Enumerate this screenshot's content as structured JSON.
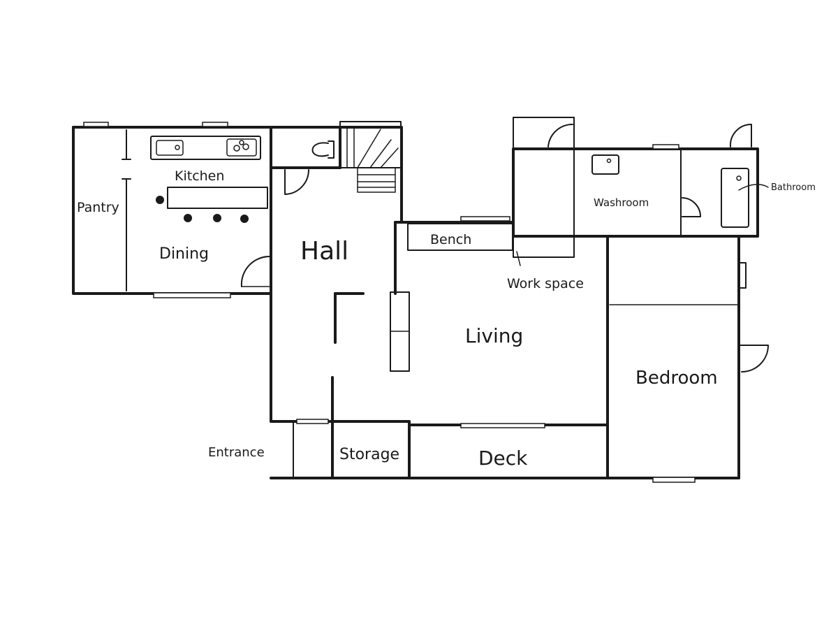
{
  "rooms": {
    "pantry": "Pantry",
    "kitchen": "Kitchen",
    "dining": "Dining",
    "hall": "Hall",
    "bench": "Bench",
    "workspace": "Work space",
    "washroom": "Washroom",
    "bathroom": "Bathroom",
    "living": "Living",
    "bedroom": "Bedroom",
    "entrance": "Entrance",
    "storage": "Storage",
    "deck": "Deck"
  }
}
